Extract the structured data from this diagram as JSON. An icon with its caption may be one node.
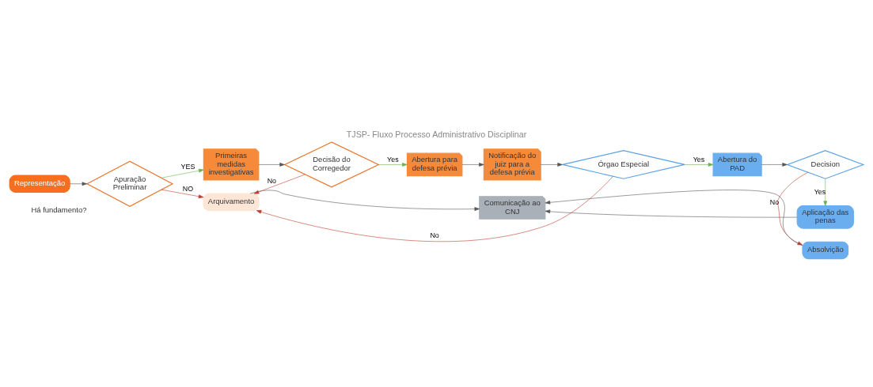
{
  "diagram": {
    "title": "TJSP- Fluxo Processo Administrativo Disciplinar",
    "nodes": [
      {
        "text": [
          "Representação"
        ]
      },
      {
        "text": [
          "Apuração Preliminar"
        ],
        "beside": [
          "Há fundamento?"
        ]
      },
      {
        "text": [
          "Primeiras medidas investigativas"
        ]
      },
      {
        "text": [
          "Decisão do Corregedor"
        ]
      },
      {
        "text": [
          "Arquivamento"
        ]
      },
      {
        "text": [
          "Abertura para defesa prévia"
        ]
      },
      {
        "text": [
          "Notificação do juiz para a defesa prévia"
        ]
      },
      {
        "text": [
          "Órgao Especial"
        ]
      },
      {
        "text": [
          "Abertura do PAD"
        ]
      },
      {
        "text": [
          "Decision"
        ]
      },
      {
        "text": [
          "Absolvição"
        ]
      },
      {
        "text": [
          "Aplicação das penas"
        ]
      },
      {
        "text": [
          "Comunicação ao CNJ"
        ]
      }
    ],
    "edges": [
      {
        "from": 0,
        "to": 1,
        "arrow": "to"
      },
      {
        "from": 1,
        "to": 2,
        "arrow": "to",
        "label": "YES",
        "color": "#6ab04c"
      },
      {
        "from": 1,
        "to": 4,
        "arrow": "to",
        "label": "NO",
        "color": "#c0392b"
      },
      {
        "from": 2,
        "to": 3,
        "arrow": "to"
      },
      {
        "from": 3,
        "to": 5,
        "arrow": "to",
        "label": "Yes",
        "color": "#6ab04c"
      },
      {
        "from": 3,
        "to": 4,
        "arrow": "to",
        "label": "No",
        "color": "#c0392b"
      },
      {
        "from": 5,
        "to": 6,
        "arrow": "to"
      },
      {
        "from": 6,
        "to": 7,
        "arrow": "to"
      },
      {
        "from": 7,
        "to": 8,
        "arrow": "to",
        "label": "Yes",
        "color": "#6ab04c"
      },
      {
        "from": 7,
        "to": 4,
        "arrow": "to",
        "label": "No",
        "color": "#c0392b"
      },
      {
        "from": 8,
        "to": 9,
        "arrow": "to"
      },
      {
        "from": 9,
        "to": 10,
        "arrow": "to",
        "label": "No",
        "color": "#c0392b"
      },
      {
        "from": 9,
        "to": 11,
        "arrow": "to",
        "label": "Yes",
        "color": "#6ab04c"
      },
      {
        "from": 4,
        "to": 12,
        "arrow": "to"
      },
      {
        "from": 11,
        "to": 12,
        "arrow": "to"
      },
      {
        "from": 10,
        "to": 12,
        "arrow": "to"
      }
    ]
  }
}
